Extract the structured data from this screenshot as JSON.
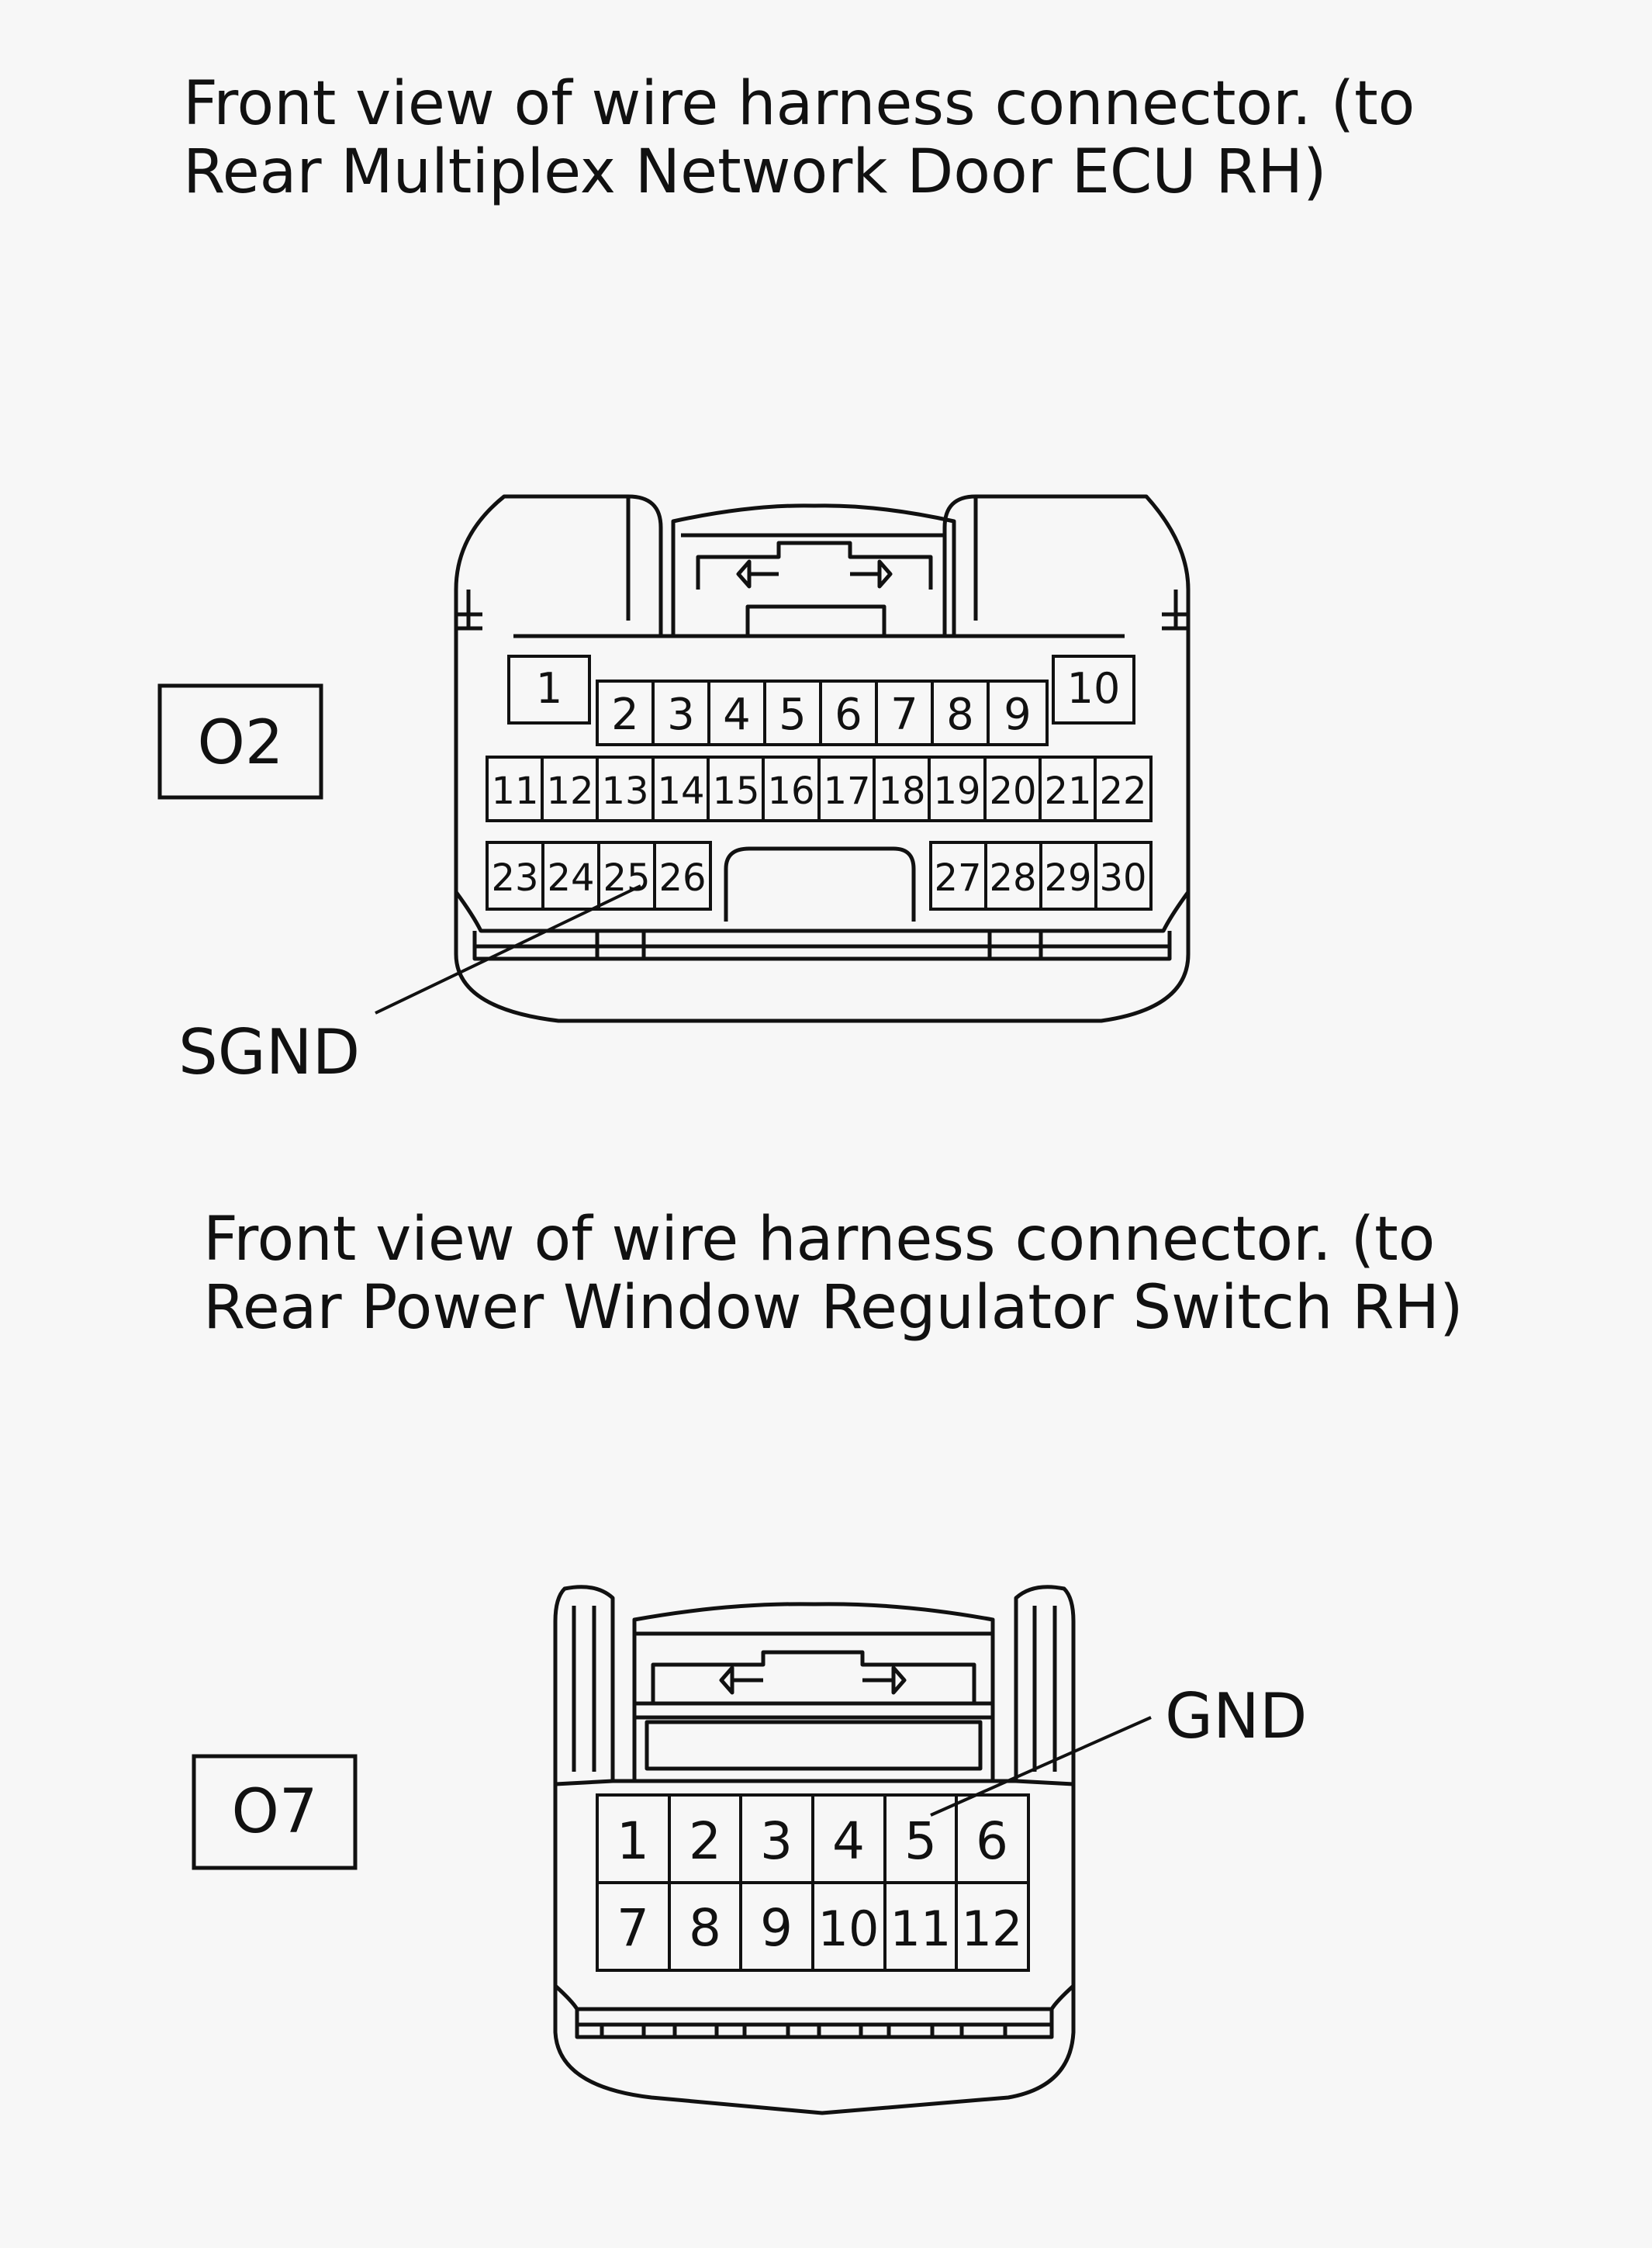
{
  "connectors": [
    {
      "id": "O2",
      "caption": [
        "Front view of wire harness connector. (to",
        "Rear Multiplex Network Door ECU RH)"
      ],
      "pins": [
        "1",
        "2",
        "3",
        "4",
        "5",
        "6",
        "7",
        "8",
        "9",
        "10",
        "11",
        "12",
        "13",
        "14",
        "15",
        "16",
        "17",
        "18",
        "19",
        "20",
        "21",
        "22",
        "23",
        "24",
        "25",
        "26",
        "27",
        "28",
        "29",
        "30"
      ],
      "callout": {
        "label": "SGND",
        "pin": "25"
      }
    },
    {
      "id": "O7",
      "caption": [
        "Front view of wire harness connector. (to",
        "Rear Power Window Regulator Switch RH)"
      ],
      "pins": [
        "1",
        "2",
        "3",
        "4",
        "5",
        "6",
        "7",
        "8",
        "9",
        "10",
        "11",
        "12"
      ],
      "callout": {
        "label": "GND",
        "pin": "5"
      }
    }
  ]
}
